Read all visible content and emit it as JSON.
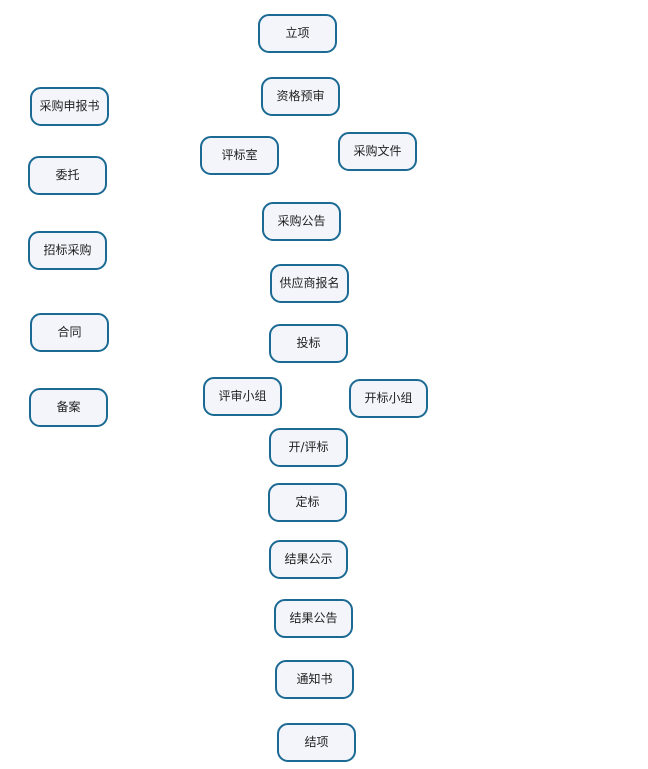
{
  "diagram": {
    "nodes": {
      "lixiang": "立项",
      "zige_yushen": "资格预审",
      "caigou_shenbaoshu": "采购申报书",
      "pingbiaoshi": "评标室",
      "caigou_wenjian": "采购文件",
      "weituo": "委托",
      "caigou_gonggao": "采购公告",
      "zhaobiao_caigou": "招标采购",
      "gongyingshang_baoming": "供应商报名",
      "hetong": "合同",
      "toubiao": "投标",
      "pingshen_xiaozu": "评审小组",
      "kaibiao_xiaozu": "开标小组",
      "beian": "备案",
      "kai_pingbiao": "开/评标",
      "dingbiao": "定标",
      "jieguo_gongshi": "结果公示",
      "jieguo_gonggao": "结果公告",
      "tongzhishu": "通知书",
      "jiexiang": "结项"
    }
  }
}
